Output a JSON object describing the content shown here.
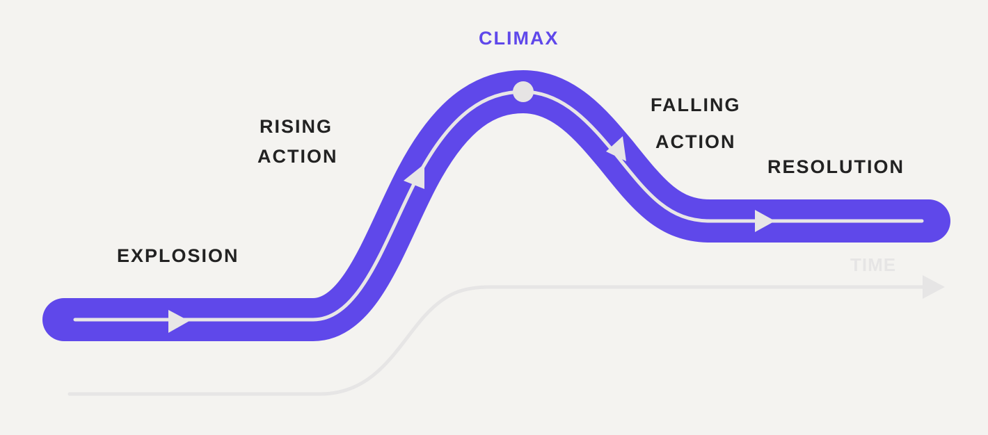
{
  "labels": {
    "exposition": "EXPLOSION",
    "rising_1": "RISING",
    "rising_2": "ACTION",
    "climax": "CLIMAX",
    "falling_1": "FALLING",
    "falling_2": "ACTION",
    "resolution": "RESOLUTION",
    "time": "TIME"
  },
  "colors": {
    "accent": "#5f48ea",
    "line": "#e6e5e5",
    "text": "#222222",
    "background": "#f4f3f0"
  }
}
